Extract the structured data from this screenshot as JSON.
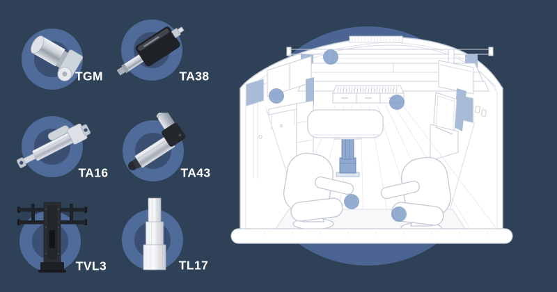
{
  "products": [
    {
      "id": "tgm",
      "label": "TGM"
    },
    {
      "id": "ta38",
      "label": "TA38"
    },
    {
      "id": "ta16",
      "label": "TA16"
    },
    {
      "id": "ta43",
      "label": "TA43"
    },
    {
      "id": "tvl3",
      "label": "TVL3"
    },
    {
      "id": "tl17",
      "label": "TL17"
    }
  ],
  "colors": {
    "background": "#2e4157",
    "badge_ring": "#4e6b99",
    "badge_hole": "#3b4f72",
    "spotlight_circle": "#4b6492",
    "hotspot_dot": "#7d9ac6",
    "accent_panel": "#a8bcd8",
    "line_art": "#c9cfd9",
    "label_text": "#ffffff"
  },
  "illustration": {
    "subject": "camper-van-interior-line-art",
    "hotspots": [
      {
        "id": "hotspot-bed-lift"
      },
      {
        "id": "hotspot-left-cabinet"
      },
      {
        "id": "hotspot-storage-drawers"
      },
      {
        "id": "hotspot-seat-left"
      },
      {
        "id": "hotspot-seat-right"
      }
    ],
    "highlighted_part": "table-lifting-column"
  }
}
